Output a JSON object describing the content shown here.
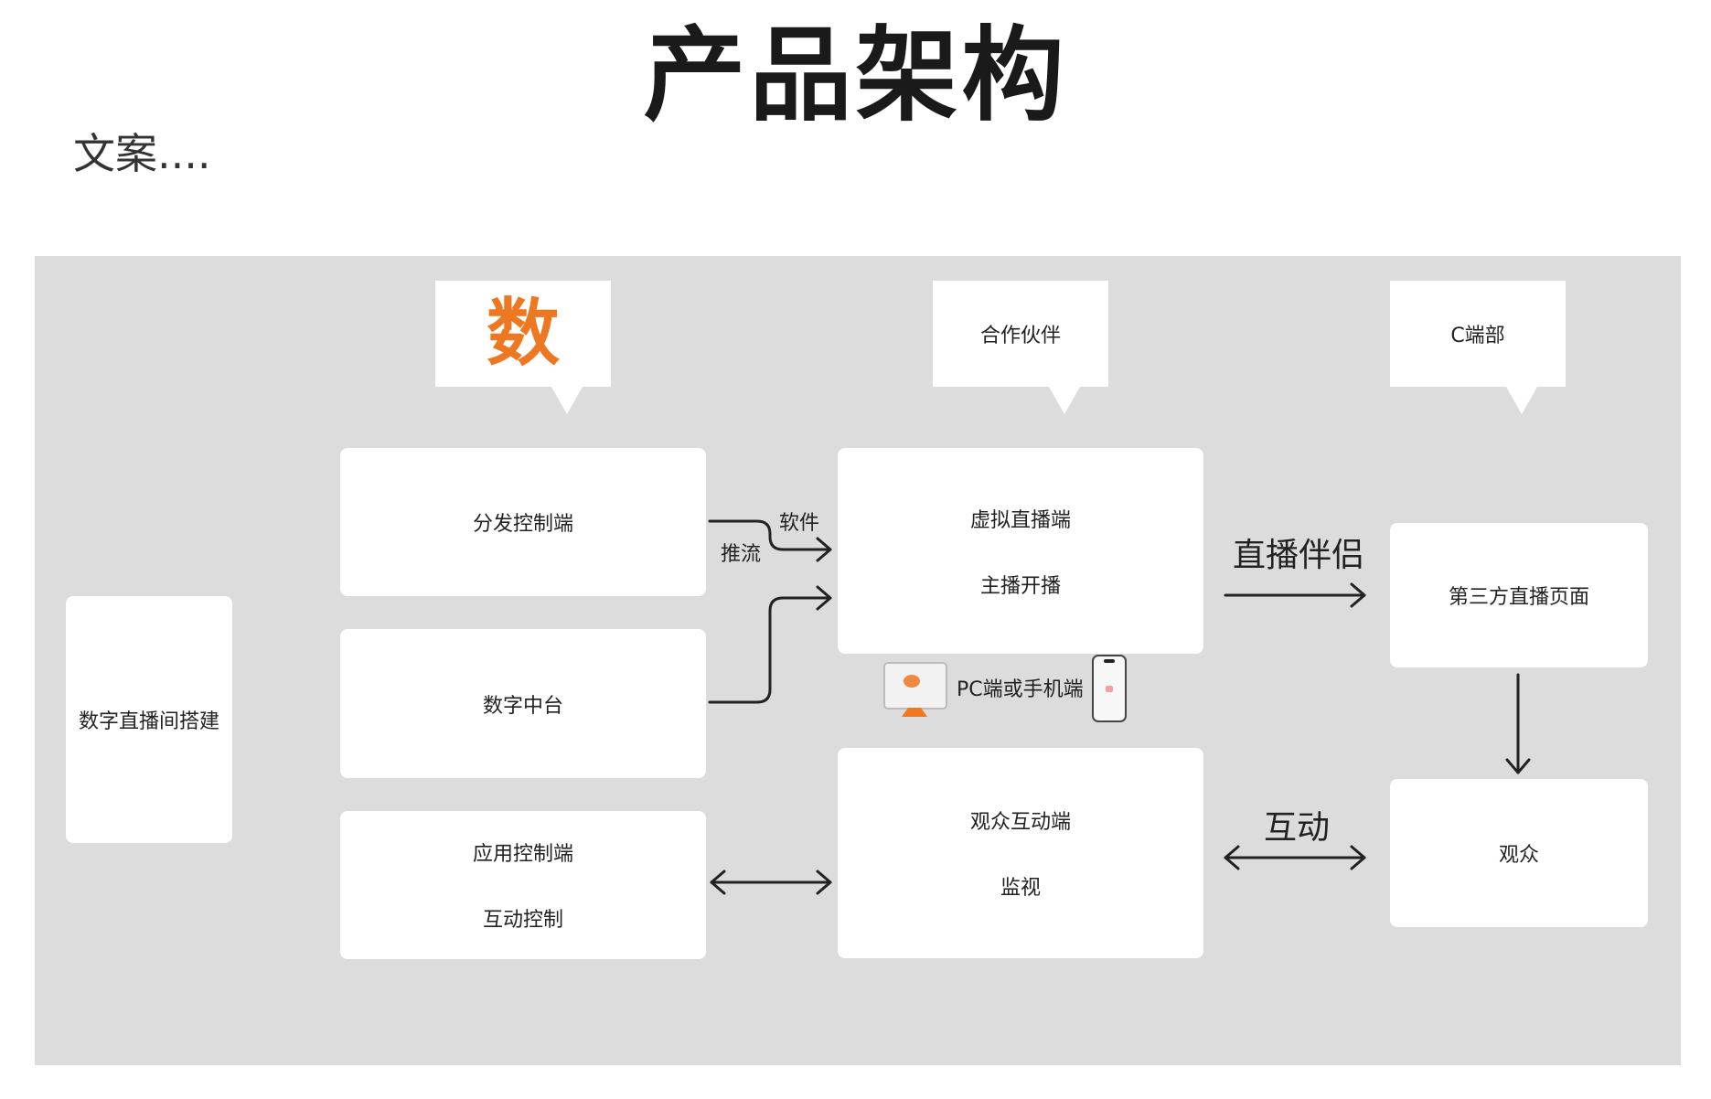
{
  "header": {
    "title": "产品架构",
    "subtitle": "文案...."
  },
  "callouts": {
    "logo": {
      "text": "数",
      "color": "#ee7722",
      "icon": "brand-logo-icon"
    },
    "partner": "合作伙伴",
    "c_side": "C端部"
  },
  "nodes": {
    "build": "数字直播间搭建",
    "distribution": "分发控制端",
    "digital_platform": "数字中台",
    "app_control": {
      "line1": "应用控制端",
      "line2": "互动控制"
    },
    "virtual_live": {
      "line1": "虚拟直播端",
      "line2": "主播开播"
    },
    "audience_interaction": {
      "line1": "观众互动端",
      "line2": "监视"
    },
    "third_party": "第三方直播页面",
    "audience": "观众"
  },
  "edge_labels": {
    "software": "软件",
    "push_stream": "推流",
    "device": "PC端或手机端",
    "live_companion": "直播伴侣",
    "interaction": "互动"
  },
  "colors": {
    "panel": "#dcdcdc",
    "box": "#ffffff",
    "accent": "#ee7722",
    "arrow": "#222222"
  }
}
